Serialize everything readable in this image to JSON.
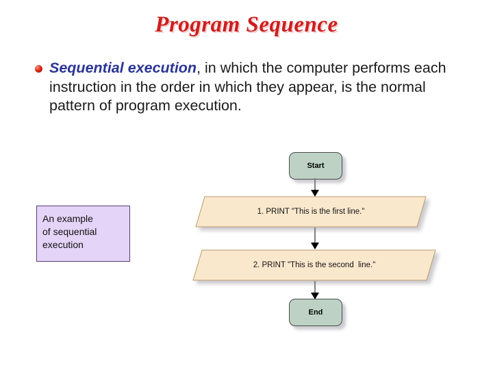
{
  "slide": {
    "title": "Program Sequence",
    "background_color": "#ffffff",
    "title_color": "#cc1f1f"
  },
  "bullet": {
    "marker": "sphere-bullet",
    "lead": "Sequential execution",
    "lead_color": "#2b3594",
    "rest": ", in which the computer performs each instruction in the order in which they appear, is the normal pattern of program execution."
  },
  "callout": {
    "text": "An example\nof sequential\nexecution",
    "fill_color": "#e4d4f7",
    "border_color": "#5a3a7a"
  },
  "flowchart": {
    "terminator_fill": "#bdd2c5",
    "io_fill": "#fae8cd",
    "io_border": "#b99b6a",
    "nodes": [
      {
        "id": "start",
        "shape": "rounded-rectangle",
        "label": "Start"
      },
      {
        "id": "io1",
        "shape": "parallelogram",
        "label": "1. PRINT \"This is the first line.\""
      },
      {
        "id": "io2",
        "shape": "parallelogram",
        "label": "2. PRINT \"This is the second  line.\""
      },
      {
        "id": "end",
        "shape": "rounded-rectangle",
        "label": "End"
      }
    ],
    "connectors": [
      {
        "id": "c1",
        "from": "start",
        "to": "io1",
        "arrow": "down"
      },
      {
        "id": "c2",
        "from": "io1",
        "to": "io2",
        "arrow": "down"
      },
      {
        "id": "c3",
        "from": "io2",
        "to": "end",
        "arrow": "down"
      }
    ]
  }
}
